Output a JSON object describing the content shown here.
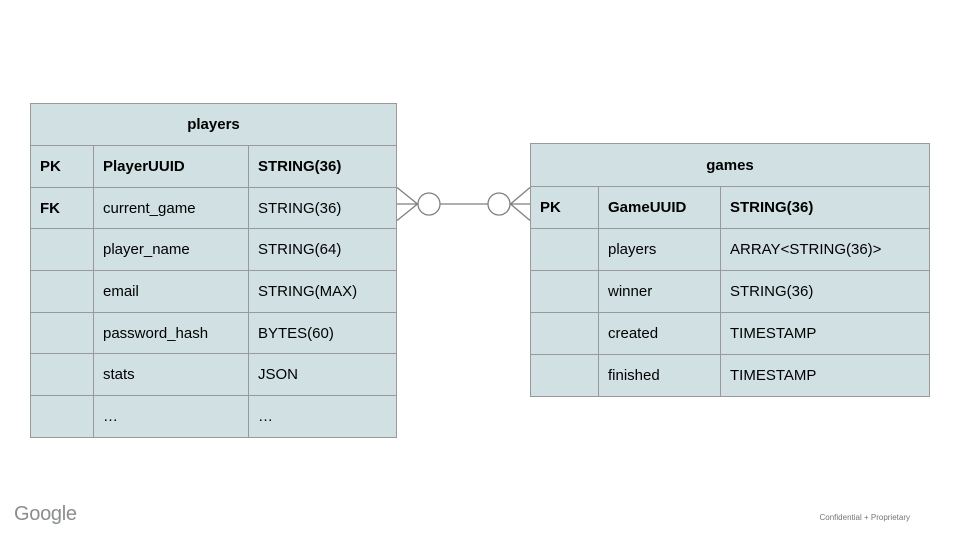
{
  "footer": {
    "logo_text": "Google",
    "confidential_text": "Confidential + Proprietary"
  },
  "colors": {
    "table_fill": "#d0e0e3",
    "table_border": "#999999",
    "connector_stroke": "#7f7f7f",
    "logo_gray": "#8b8e90"
  },
  "diagram": {
    "players": {
      "title": "players",
      "rows": [
        {
          "key": "PK",
          "name": "PlayerUUID",
          "type": "STRING(36)"
        },
        {
          "key": "FK",
          "name": "current_game",
          "type": "STRING(36)"
        },
        {
          "key": "",
          "name": "player_name",
          "type": "STRING(64)"
        },
        {
          "key": "",
          "name": "email",
          "type": "STRING(MAX)"
        },
        {
          "key": "",
          "name": "password_hash",
          "type": "BYTES(60)"
        },
        {
          "key": "",
          "name": "stats",
          "type": "JSON"
        },
        {
          "key": "",
          "name": "…",
          "type": "…"
        }
      ]
    },
    "games": {
      "title": "games",
      "rows": [
        {
          "key": "PK",
          "name": "GameUUID",
          "type": "STRING(36)"
        },
        {
          "key": "",
          "name": "players",
          "type": "ARRAY<STRING(36)>"
        },
        {
          "key": "",
          "name": "winner",
          "type": "STRING(36)"
        },
        {
          "key": "",
          "name": "created",
          "type": "TIMESTAMP"
        },
        {
          "key": "",
          "name": "finished",
          "type": "TIMESTAMP"
        }
      ]
    },
    "relationship": {
      "notation": "crow-foot",
      "left_cardinality": "zero-or-many",
      "right_cardinality": "zero-or-many"
    }
  }
}
